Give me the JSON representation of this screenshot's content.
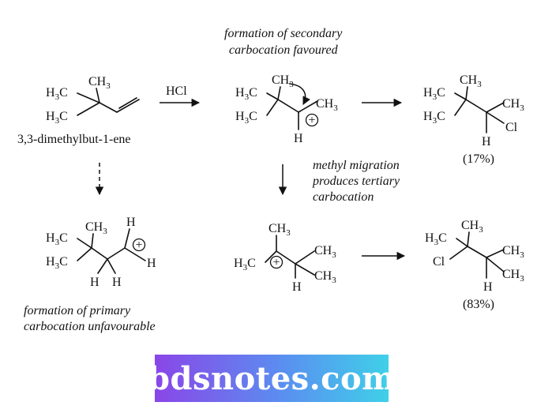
{
  "labels": {
    "reactant_name": "3,3-dimethylbut-1-ene",
    "reagent": "HCl",
    "note_secondary_1": "formation of secondary",
    "note_secondary_2": "carbocation favoured",
    "note_methyl_1": "methyl migration",
    "note_methyl_2": "produces tertiary",
    "note_methyl_3": "carbocation",
    "note_primary_1": "formation of primary",
    "note_primary_2": "carbocation unfavourable",
    "yield_secondary": "(17%)",
    "yield_tertiary": "(83%)"
  },
  "atoms": {
    "ch3": "CH",
    "h3c": "H",
    "sub3": "3",
    "c": "C",
    "h": "H",
    "cl": "Cl",
    "plus": "+"
  },
  "banner": {
    "text": "bdsnotes.com"
  },
  "colors": {
    "banner_start": "#8a46e8",
    "banner_mid": "#5a8ff0",
    "banner_end": "#3fd0e8",
    "ink": "#111111"
  }
}
